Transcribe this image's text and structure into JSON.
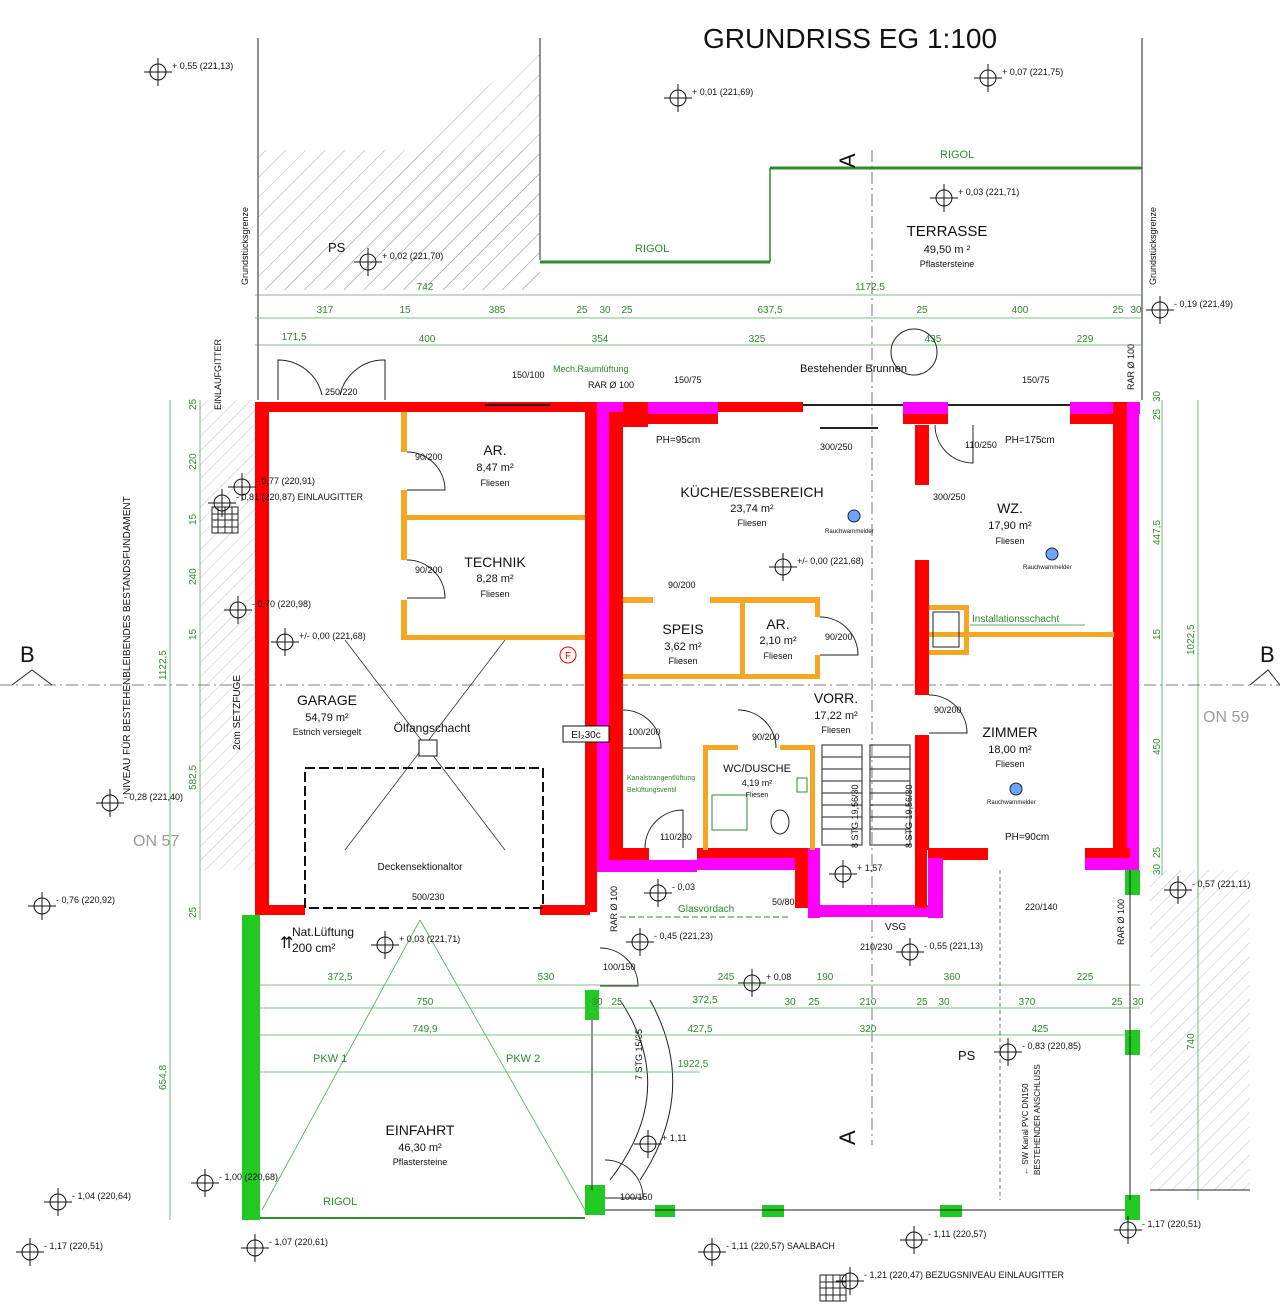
{
  "title": "GRUNDRISS EG 1:100",
  "rooms": {
    "ar1": {
      "name": "AR.",
      "area": "8,47 m²",
      "floor": "Fliesen"
    },
    "technik": {
      "name": "TECHNIK",
      "area": "8,28 m²",
      "floor": "Fliesen"
    },
    "kueche": {
      "name": "KÜCHE/ESSBEREICH",
      "area": "23,74 m²",
      "floor": "Fliesen"
    },
    "wz": {
      "name": "WZ.",
      "area": "17,90 m²",
      "floor": "Fliesen"
    },
    "speis": {
      "name": "SPEIS",
      "area": "3,62 m²",
      "floor": "Fliesen"
    },
    "ar2": {
      "name": "AR.",
      "area": "2,10 m²",
      "floor": "Fliesen"
    },
    "vorr": {
      "name": "VORR.",
      "area": "17,22 m²",
      "floor": "Fliesen"
    },
    "zimmer": {
      "name": "ZIMMER",
      "area": "18,00 m²",
      "floor": "Fliesen"
    },
    "wc": {
      "name": "WC/DUSCHE",
      "area": "4,19 m²",
      "floor": "Fliesen"
    },
    "garage": {
      "name": "GARAGE",
      "area": "54,79 m²",
      "floor": "Estrich versiegelt"
    },
    "terrasse": {
      "name": "TERRASSE",
      "area": "49,50 m ²",
      "floor": "Pflastersteine"
    },
    "einfahrt": {
      "name": "EINFAHRT",
      "area": "46,30 m²",
      "floor": "Pflastersteine"
    }
  },
  "labels": {
    "oelfang": "Ölfangschacht",
    "deckensektionaltor": "Deckensektionaltor",
    "nat_lueftung": "Nat.Lüftung",
    "nat_lueftung_area": "200 cm²",
    "pkw1": "PKW 1",
    "pkw2": "PKW 2",
    "rigol_top": "RIGOL",
    "rigol_mid": "RIGOL",
    "rigol_bottom": "RIGOL",
    "brunnen": "Bestehender Brunnen",
    "mech_lueftung": "Mech.Raumlüftung",
    "rar_top": "RAR Ø 100",
    "rar_right": "RAR Ø 100",
    "rar_right2": "RAR Ø 100",
    "rar_left2": "RAR Ø 100",
    "installationsschacht": "Installationsschacht",
    "glasvordach": "Glasvordach",
    "vsg": "VSG",
    "kanalstrang": "Kanalstrangentlüftung",
    "belueftung": "Belüftungsventil",
    "rauchmelder1": "Rauchwarnmelder",
    "rauchmelder2": "Rauchwarnmelder",
    "rauchmelder3": "Rauchwarnmelder",
    "ph95": "PH=95cm",
    "ph175": "PH=175cm",
    "ph90": "PH=90cm",
    "ei30c": "EI₂30c",
    "grund_left": "Grundstücksgrenze",
    "grund_right": "Grundstücksgrenze",
    "niveau": "NIVEAU FÜR BESTEHENBLEIBENDES BESTANDSFUNDAMENT",
    "einlaufgitter": "EINLAUFGITTER",
    "setzfuge": "2cm SETZFUGE",
    "on57": "ON 57",
    "on59": "ON 59",
    "sectionB_left": "B",
    "sectionB_right": "B",
    "sectionA_top": "A",
    "sectionA_bottom": "A",
    "ps1": "PS",
    "ps2": "PS",
    "sw_kanal": "← SW Kanal PVC DN150",
    "bestehender_anschluss": "BESTEHENDER ANSCHLUSS",
    "stg1": "8 STG 19,56/30",
    "stg2": "8 STG 19,56/30",
    "stg3": "7 STG 15/35",
    "fire": "F"
  },
  "levels": [
    "+ 0,55 (221,13)",
    "+ 0,01 (221,69)",
    "+ 0,07 (221,75)",
    "+ 0,03 (221,71)",
    "+ 0,02 (221,70)",
    "- 0,19 (221,49)",
    "- 0,81 (220,87) EINLAUGITTER",
    "- 0,77 (220,91)",
    "- 0,70 (220,98)",
    "+/- 0,00 (221,68)",
    "+/- 0,00 (221,68)",
    "- 0,28 (221,40)",
    "- 0,76 (220,92)",
    "+ 0,03 (221,71)",
    "- 0,03",
    "+ 1,57",
    "- 0,57 (221,11)",
    "- 0,45 (221,23)",
    "- 0,55 (221,13)",
    "+ 0,08",
    "- 0,83 (220,85)",
    "- 1,00 (220,68)",
    "+ 1,11",
    "- 1,04 (220,64)",
    "- 1,17 (220,51)",
    "- 1,07 (220,61)",
    "- 1,11 (220,57) SAALBACH",
    "- 1,11 (220,57)",
    "- 1,17 (220,51)",
    "- 1,21 (220,47) BEZUGSNIVEAU EINLAUGITTER"
  ],
  "dims_top1": [
    "742",
    "1172,5"
  ],
  "dims_top2": [
    "317",
    "15",
    "385",
    "25",
    "30",
    "25",
    "637,5",
    "25",
    "400",
    "25",
    "30"
  ],
  "dims_top3": [
    "171,5",
    "400",
    "354",
    "325",
    "435",
    "229"
  ],
  "dims_bottom1": [
    "372,5",
    "530",
    "245",
    "190",
    "360",
    "225"
  ],
  "dims_bottom2": [
    "750",
    "30",
    "25",
    "372,5",
    "30",
    "25",
    "210",
    "25",
    "30",
    "370",
    "25",
    "30"
  ],
  "dims_bottom3": [
    "749,9",
    "427,5",
    "320",
    "425"
  ],
  "dims_bottom4": [
    "1922,5"
  ],
  "dims_left": [
    "25",
    "220",
    "15",
    "240",
    "15",
    "582,5",
    "25",
    "1122,5",
    "654,8"
  ],
  "dims_right": [
    "25",
    "30",
    "447,5",
    "15",
    "1022,5",
    "450",
    "25",
    "30",
    "740"
  ],
  "openings": [
    "90/200",
    "90/200",
    "90/200",
    "90/200",
    "90/200",
    "100/200",
    "90/200",
    "110/230",
    "110/250",
    "300/250",
    "300/250",
    "150/100",
    "150/75",
    "150/75",
    "250/220",
    "500/230",
    "100/150",
    "100/150",
    "50/80",
    "210/230",
    "220/140"
  ],
  "colors": {
    "wall_red": "#ff0000",
    "wall_magenta": "#ff00ff",
    "wall_orange": "#f5a623",
    "green": "#2e8b2e",
    "bright_green": "#22c922"
  }
}
